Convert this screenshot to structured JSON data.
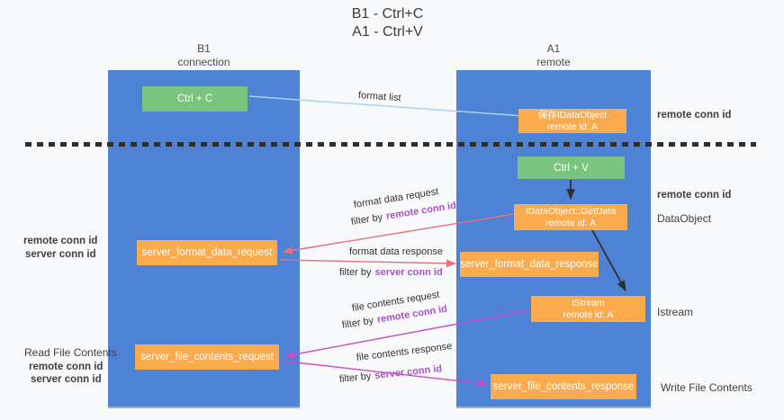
{
  "title": {
    "line1": "B1 - Ctrl+C",
    "line2": "A1 - Ctrl+V"
  },
  "lanes": {
    "left": {
      "name": "B1",
      "role": "connection"
    },
    "right": {
      "name": "A1",
      "role": "remote"
    }
  },
  "boxes": {
    "ctrl_c": {
      "label": "Ctrl + C"
    },
    "ctrl_v": {
      "label": "Ctrl + V"
    },
    "save_idataobject": {
      "line1": "保存IDataObject",
      "line2": "remote id: A"
    },
    "idataobject_getdata": {
      "line1": "IDataObject::GetData",
      "line2": "remote id: A"
    },
    "istream": {
      "line1": "IStream",
      "line2": "remote id: A"
    },
    "server_format_data_request": {
      "label": "server_format_data_request"
    },
    "server_format_data_response": {
      "label": "server_format_data_response"
    },
    "server_file_contents_request": {
      "label": "server_file_contents_request"
    },
    "server_file_contents_response": {
      "label": "server_file_contents_response"
    }
  },
  "arrows": {
    "format_list": "format list",
    "format_data_request": "format data request",
    "format_data_response": "format data response",
    "file_contents_request": "file contents request",
    "file_contents_response": "file contents response",
    "filter_by": "filter by",
    "remote_conn_id": "remote conn id",
    "server_conn_id": "server conn id"
  },
  "side_labels": {
    "remote_conn_id": "remote conn id",
    "server_conn_id": "server conn id",
    "dataobject": "DataObject",
    "istream": "Istream",
    "read_file_contents": "Read File Contents",
    "write_file_contents": "Write File Contents"
  },
  "colors": {
    "lane_blue": "#4d82d4",
    "orange_box": "#f9ab4d",
    "green_box": "#79c47e",
    "purple_text": "#a852c5",
    "green_text": "#6cbf6c",
    "salmon_arrow": "#e7707a",
    "magenta_arrow": "#cb4bc8",
    "lightblue_arrow": "#a8d4f0",
    "black_arrow": "#2e2e2e"
  }
}
